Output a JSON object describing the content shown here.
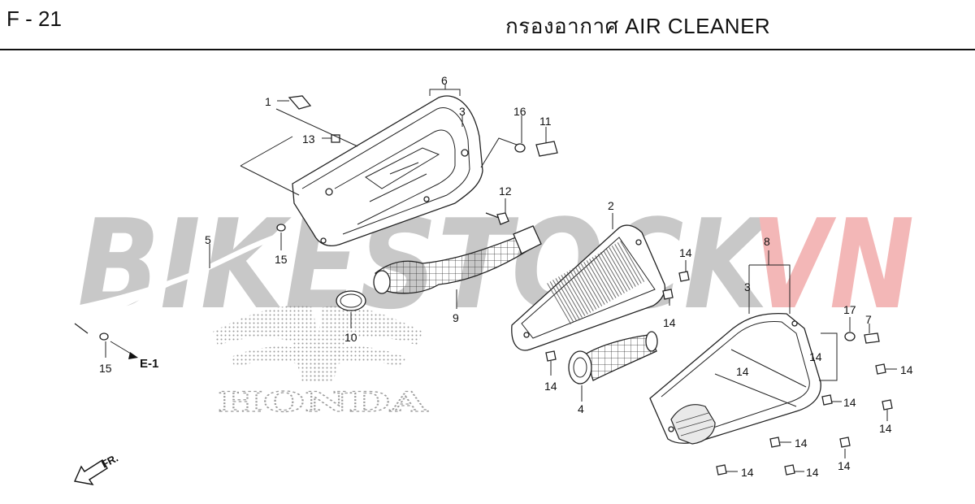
{
  "header": {
    "page_id": "F - 21",
    "title": "กรองอากาศ  AIR CLEANER"
  },
  "watermark": {
    "text_left": "BIKESTOCK",
    "text_right": "VN",
    "color_gray": "#c8c8c8",
    "color_red": "#f3b7b7"
  },
  "brand_logo_text": "HONDA",
  "callouts": [
    "1",
    "2",
    "3",
    "3",
    "4",
    "5",
    "6",
    "7",
    "8",
    "9",
    "10",
    "11",
    "12",
    "13",
    "14",
    "14",
    "14",
    "14",
    "14",
    "14",
    "14",
    "14",
    "14",
    "14",
    "14",
    "14",
    "15",
    "15",
    "16",
    "17"
  ],
  "reference": {
    "arrow_label": "E-1"
  },
  "direction": {
    "label": "FR."
  }
}
